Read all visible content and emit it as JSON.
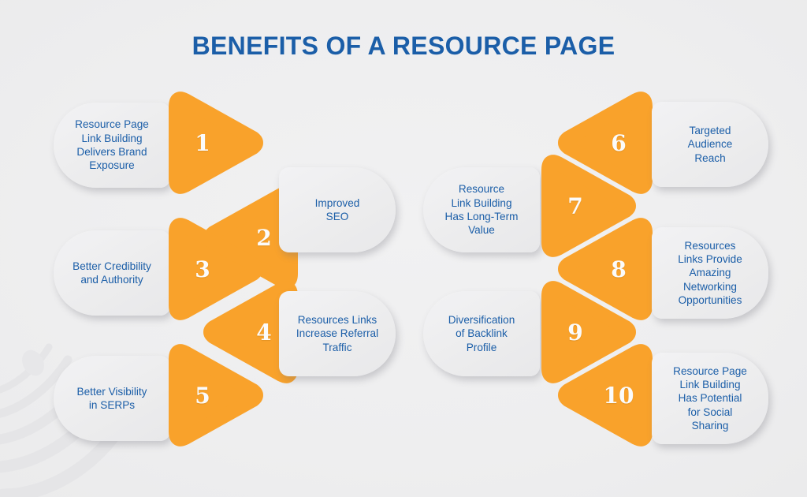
{
  "page": {
    "title": "BENEFITS OF A RESOURCE PAGE",
    "background_color": "#ededee",
    "accent_orange": "#f9a22b",
    "text_blue": "#1b5ea8",
    "card_color": "#eeeeef"
  },
  "items": [
    {
      "number": "1",
      "label": "Resource Page Link Building Delivers Brand Exposure",
      "side": "left",
      "arrow": "right",
      "card_side": "left"
    },
    {
      "number": "2",
      "label": "Improved SEO",
      "side": "left",
      "arrow": "left",
      "card_side": "right"
    },
    {
      "number": "3",
      "label": "Better Credibility and Authority",
      "side": "left",
      "arrow": "right",
      "card_side": "left"
    },
    {
      "number": "4",
      "label": "Resources Links Increase Referral Traffic",
      "side": "left",
      "arrow": "left",
      "card_side": "right"
    },
    {
      "number": "5",
      "label": "Better Visibility in SERPs",
      "side": "left",
      "arrow": "right",
      "card_side": "left"
    },
    {
      "number": "6",
      "label": "Targeted Audience Reach",
      "side": "right",
      "arrow": "left",
      "card_side": "right"
    },
    {
      "number": "7",
      "label": "Resource Link Building Has Long-Term Value",
      "side": "right",
      "arrow": "right",
      "card_side": "left"
    },
    {
      "number": "8",
      "label": "Resources Links Provide Amazing Networking Opportunities",
      "side": "right",
      "arrow": "left",
      "card_side": "right"
    },
    {
      "number": "9",
      "label": "Diversification of Backlink Profile",
      "side": "right",
      "arrow": "right",
      "card_side": "left"
    },
    {
      "number": "10",
      "label": "Resource Page Link Building Has Potential for Social Sharing",
      "side": "right",
      "arrow": "left",
      "card_side": "right"
    }
  ],
  "card_lines": {
    "1": [
      "Resource Page",
      "Link Building",
      "Delivers Brand",
      "Exposure"
    ],
    "2": [
      "Improved",
      "SEO"
    ],
    "3": [
      "Better Credibility",
      "and Authority"
    ],
    "4": [
      "Resources Links",
      "Increase Referral",
      "Traffic"
    ],
    "5": [
      "Better Visibility",
      "in SERPs"
    ],
    "6": [
      "Targeted",
      "Audience",
      "Reach"
    ],
    "7": [
      "Resource",
      "Link Building",
      "Has Long-Term",
      "Value"
    ],
    "8": [
      "Resources",
      "Links Provide",
      "Amazing",
      "Networking",
      "Opportunities"
    ],
    "9": [
      "Diversification",
      "of Backlink",
      "Profile"
    ],
    "10": [
      "Resource Page",
      "Link Building",
      "Has Potential",
      "for Social",
      "Sharing"
    ]
  }
}
